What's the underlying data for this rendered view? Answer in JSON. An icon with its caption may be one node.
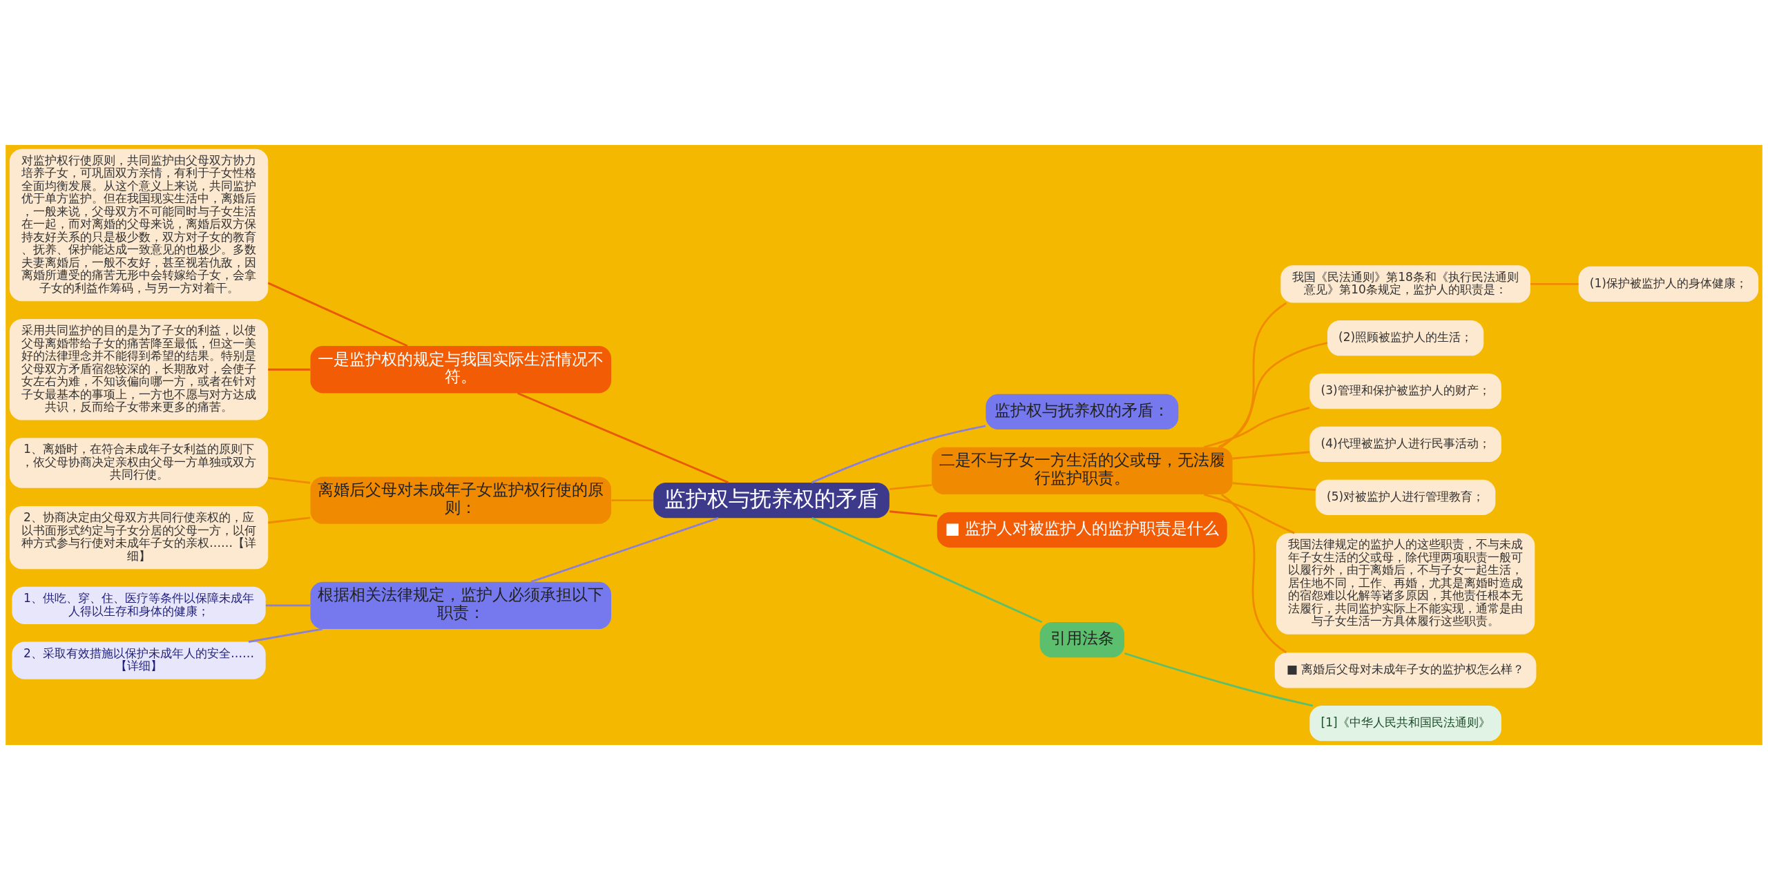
{
  "diagram": {
    "nodes": [
      {
        "text": [
          "监护权与抚养权的矛盾"
        ]
      },
      {
        "text": [
          "一是监护权的规定与我国实际生活情况不符。"
        ]
      },
      {
        "text": [
          "对监护权行使原则，共同监护由父母双方协力培养子女，可巩固双方亲情，有利于子女性格全面均衡发展。从这个意义上来说，共同监护优于单方监护。但在我国现实生活中，离婚后，一般来说，父母双方不可能同时与子女生活在一起，而对离婚的父母来说，离婚后双方保持友好关系的只是极少数，双方对子女的教育、抚养、保护能达成一致意见的也极少。多数夫妻离婚后，一般不友好，甚至视若仇敌，因离婚所遭受的痛苦无形中会转嫁给子女，会拿子女的利益作筹码，与另一方对着干。"
        ]
      },
      {
        "text": [
          "采用共同监护的目的是为了子女的利益，以使父母离婚带给子女的痛苦降至最低，但这一美好的法律理念并不能得到希望的结果。特别是父母双方矛盾宿怨较深的，长期敌对，会使子女左右为难，不知该偏向哪一方，或者在针对子女最基本的事项上，一方也不愿与对方达成共识，反而给子女带来更多的痛苦。"
        ]
      },
      {
        "text": [
          "离婚后父母对未成年子女监护权行使的原则："
        ]
      },
      {
        "text": [
          "1、离婚时，在符合未成年子女利益的原则下，依父母协商决定亲权由父母一方单独或双方共同行使。"
        ]
      },
      {
        "text": [
          "2、协商决定由父母双方共同行使亲权的，应以书面形式约定与子女分居的父母一方，以何种方式参与行使对未成年子女的亲权……【详细】"
        ]
      },
      {
        "text": [
          "根据相关法律规定，监护人必须承担以下职责："
        ]
      },
      {
        "text": [
          "1、供吃、穿、住、医疗等条件以保障未成年人得以生存和身体的健康；"
        ]
      },
      {
        "text": [
          "2、采取有效措施以保护未成年人的安全……【详细】"
        ]
      },
      {
        "text": [
          "监护权与抚养权的矛盾："
        ]
      },
      {
        "text": [
          "二是不与子女一方生活的父或母，无法履行监护职责。"
        ]
      },
      {
        "text": [
          "我国《民法通则》第18条和《执行民法通则意见》第10条规定，监护人的职责是："
        ]
      },
      {
        "text": [
          "(1)保护被监护人的身体健康；"
        ]
      },
      {
        "text": [
          "(2)照顾被监护人的生活；"
        ]
      },
      {
        "text": [
          "(3)管理和保护被监护人的财产；"
        ]
      },
      {
        "text": [
          "(4)代理被监护人进行民事活动；"
        ]
      },
      {
        "text": [
          "(5)对被监护人进行管理教育；"
        ]
      },
      {
        "text": [
          "我国法律规定的监护人的这些职责，不与未成年子女生活的父或母，除代理两项职责一般可以履行外，由于离婚后，不与子女一起生活，居住地不同，工作、再婚，尤其是离婚时造成的宿怨难以化解等诸多原因，其他责任根本无法履行，共同监护实际上不能实现，通常是由与子女生活一方具体履行这些职责。"
        ]
      },
      {
        "text": [
          "■ 离婚后父母对未成年子女的监护权怎么样？"
        ]
      },
      {
        "text": [
          "■ 监护人对被监护人的监护职责是什么"
        ]
      },
      {
        "text": [
          "引用法条"
        ]
      },
      {
        "text": [
          "[1]《中华人民共和国民法通则》"
        ]
      }
    ],
    "edges": [
      {
        "from": 0,
        "to": 1,
        "arrow": "none",
        "color": "#e8590c"
      },
      {
        "from": 1,
        "to": 2,
        "arrow": "none",
        "color": "#e8590c"
      },
      {
        "from": 1,
        "to": 3,
        "arrow": "none",
        "color": "#e8590c"
      },
      {
        "from": 0,
        "to": 4,
        "arrow": "none",
        "color": "#f08a00"
      },
      {
        "from": 4,
        "to": 5,
        "arrow": "none",
        "color": "#f08a00"
      },
      {
        "from": 4,
        "to": 6,
        "arrow": "none",
        "color": "#f08a00"
      },
      {
        "from": 0,
        "to": 7,
        "arrow": "none",
        "color": "#8a80d8"
      },
      {
        "from": 7,
        "to": 8,
        "arrow": "none",
        "color": "#8a80d8"
      },
      {
        "from": 7,
        "to": 9,
        "arrow": "none",
        "color": "#8a80d8"
      },
      {
        "from": 0,
        "to": 10,
        "arrow": "none",
        "color": "#8a80d8"
      },
      {
        "from": 0,
        "to": 11,
        "arrow": "none",
        "color": "#f08a00"
      },
      {
        "from": 11,
        "to": 12,
        "arrow": "none",
        "color": "#f08a00"
      },
      {
        "from": 12,
        "to": 13,
        "arrow": "none",
        "color": "#f08a00"
      },
      {
        "from": 11,
        "to": 14,
        "arrow": "none",
        "color": "#f08a00"
      },
      {
        "from": 11,
        "to": 15,
        "arrow": "none",
        "color": "#f08a00"
      },
      {
        "from": 11,
        "to": 16,
        "arrow": "none",
        "color": "#f08a00"
      },
      {
        "from": 11,
        "to": 17,
        "arrow": "none",
        "color": "#f08a00"
      },
      {
        "from": 11,
        "to": 18,
        "arrow": "none",
        "color": "#f08a00"
      },
      {
        "from": 11,
        "to": 19,
        "arrow": "none",
        "color": "#f08a00"
      },
      {
        "from": 0,
        "to": 20,
        "arrow": "none",
        "color": "#e8590c"
      },
      {
        "from": 0,
        "to": 21,
        "arrow": "none",
        "color": "#5cbf6e"
      },
      {
        "from": 21,
        "to": 22,
        "arrow": "none",
        "color": "#5cbf6e"
      }
    ]
  }
}
